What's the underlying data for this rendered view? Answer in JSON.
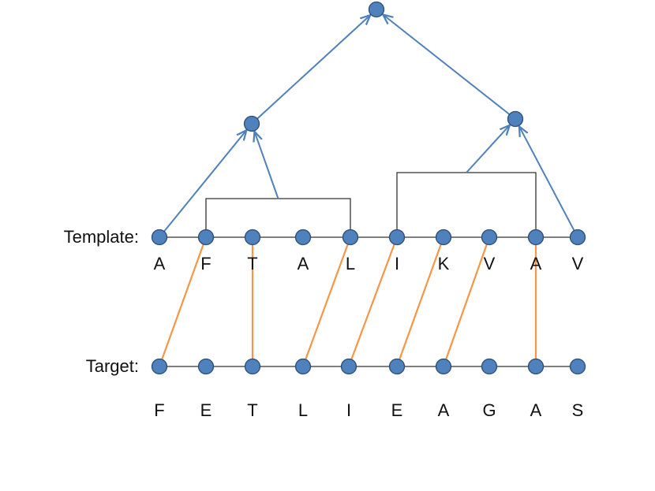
{
  "template": {
    "label": "Template:",
    "residues": [
      "A",
      "F",
      "T",
      "A",
      "L",
      "I",
      "K",
      "V",
      "A",
      "V"
    ]
  },
  "target": {
    "label": "Target:",
    "residues": [
      "F",
      "E",
      "T",
      "L",
      "I",
      "E",
      "A",
      "G",
      "A",
      "S"
    ]
  },
  "alignments": [
    {
      "template_index": 1,
      "target_index": 0
    },
    {
      "template_index": 2,
      "target_index": 2
    },
    {
      "template_index": 4,
      "target_index": 3
    },
    {
      "template_index": 5,
      "target_index": 4
    },
    {
      "template_index": 6,
      "target_index": 5
    },
    {
      "template_index": 7,
      "target_index": 6
    },
    {
      "template_index": 8,
      "target_index": 8
    }
  ],
  "tree": {
    "nodes": [
      "root",
      "left",
      "right"
    ],
    "edges": [
      {
        "from": "template-0",
        "to": "left"
      },
      {
        "from": "bracket-left",
        "to": "left"
      },
      {
        "from": "bracket-right",
        "to": "right"
      },
      {
        "from": "template-9",
        "to": "right"
      },
      {
        "from": "left",
        "to": "root"
      },
      {
        "from": "right",
        "to": "root"
      }
    ],
    "brackets": [
      {
        "name": "bracket-left",
        "spans": [
          1,
          4
        ]
      },
      {
        "name": "bracket-right",
        "spans": [
          5,
          8
        ]
      }
    ]
  },
  "colors": {
    "node_fill": "#4f81bd",
    "node_stroke": "#2c4d75",
    "tree_edge": "#4f81bd",
    "alignment_line": "#f79646",
    "chain_line": "#555555",
    "bracket_line": "#333333"
  }
}
